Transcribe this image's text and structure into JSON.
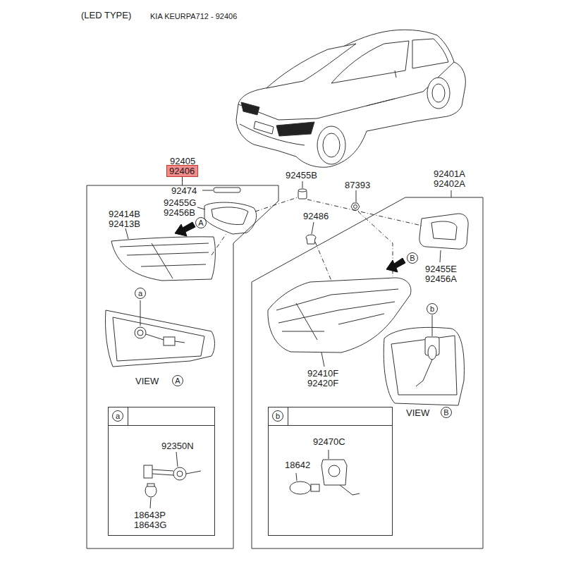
{
  "diagram": {
    "nodes": [
      {
        "text": [
          "92405"
        ]
      },
      {
        "text": [
          "92406"
        ]
      },
      {
        "text": [
          "A"
        ],
        "in": 0
      },
      {
        "text": [
          "a"
        ],
        "in": 0
      },
      {
        "text": [
          "A"
        ],
        "in": 0
      },
      {
        "text": [
          "92350N",
          "18643P",
          "18643G"
        ],
        "in": 0
      },
      {
        "text": [
          "a"
        ],
        "in": 5
      },
      {
        "text": [
          "92401A",
          "92402A"
        ]
      },
      {
        "text": [
          "B"
        ],
        "in": 7
      },
      {
        "text": [
          "b"
        ],
        "in": 7
      },
      {
        "text": [
          "B"
        ],
        "in": 7
      },
      {
        "text": [
          "92470C",
          "18642"
        ],
        "in": 7
      },
      {
        "text": [
          "b"
        ],
        "in": 11
      }
    ],
    "edges": [
      {
        "from": 1,
        "to": 0,
        "arrow": "none"
      }
    ],
    "labels": [
      "(LED TYPE)",
      "KIA KEURPA712 - 92406",
      "92474",
      "92455G",
      "92456B",
      "92414B",
      "92413B",
      "VIEW",
      "92455B",
      "87393",
      "92486",
      "92455E",
      "92456A",
      "92410F",
      "92420F",
      "VIEW"
    ]
  }
}
